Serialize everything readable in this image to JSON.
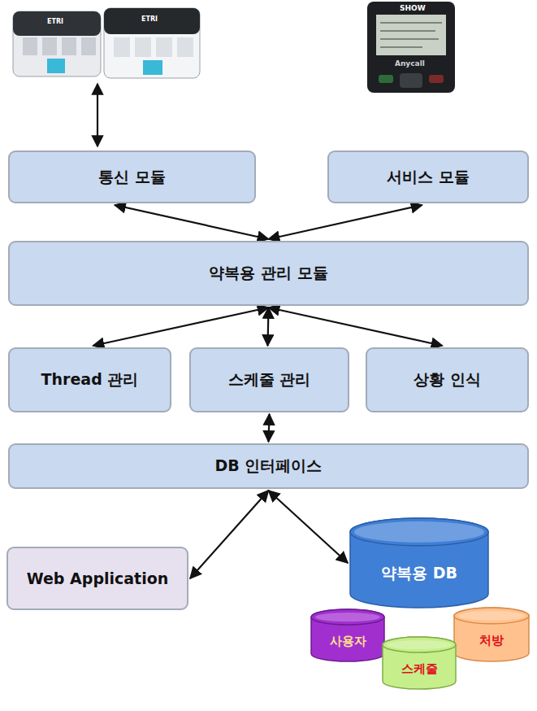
{
  "diagram": {
    "nodes": [
      {
        "text": [
          "통신 모듈"
        ]
      },
      {
        "text": [
          "서비스 모듈"
        ]
      },
      {
        "text": [
          "약복용 관리 모듈"
        ]
      },
      {
        "text": [
          "Thread 관리"
        ]
      },
      {
        "text": [
          "스케줄 관리"
        ]
      },
      {
        "text": [
          "상황 인식"
        ]
      },
      {
        "text": [
          "DB 인터페이스"
        ]
      },
      {
        "text": [
          "Web Application"
        ]
      },
      {
        "text": [
          "약복용 DB"
        ]
      },
      {
        "text": [
          "사용자"
        ]
      },
      {
        "text": [
          "처방"
        ]
      },
      {
        "text": [
          "스케줄"
        ]
      }
    ],
    "edges": [
      {
        "from": 0,
        "to": 2,
        "arrow": "both"
      },
      {
        "from": 1,
        "to": 2,
        "arrow": "both"
      },
      {
        "from": 2,
        "to": 3,
        "arrow": "both"
      },
      {
        "from": 2,
        "to": 4,
        "arrow": "both"
      },
      {
        "from": 2,
        "to": 5,
        "arrow": "both"
      },
      {
        "from": 4,
        "to": 6,
        "arrow": "both"
      },
      {
        "from": 6,
        "to": 7,
        "arrow": "both"
      },
      {
        "from": 6,
        "to": 8,
        "arrow": "both"
      }
    ],
    "labels": [
      "ETRI",
      "ETRI",
      "SHOW",
      "Anycall"
    ]
  }
}
